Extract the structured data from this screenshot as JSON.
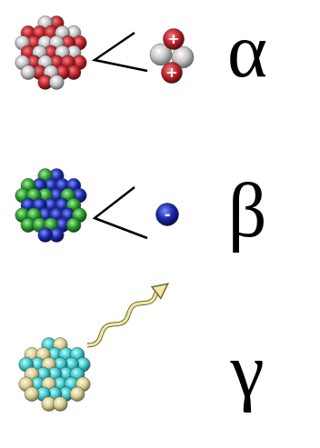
{
  "diagram": {
    "nodes": [
      {
        "text": [
          "+"
        ]
      },
      {
        "text": [
          "+"
        ]
      },
      {
        "text": [
          "-"
        ]
      }
    ],
    "labels": [
      "α",
      "β",
      "γ"
    ]
  }
}
